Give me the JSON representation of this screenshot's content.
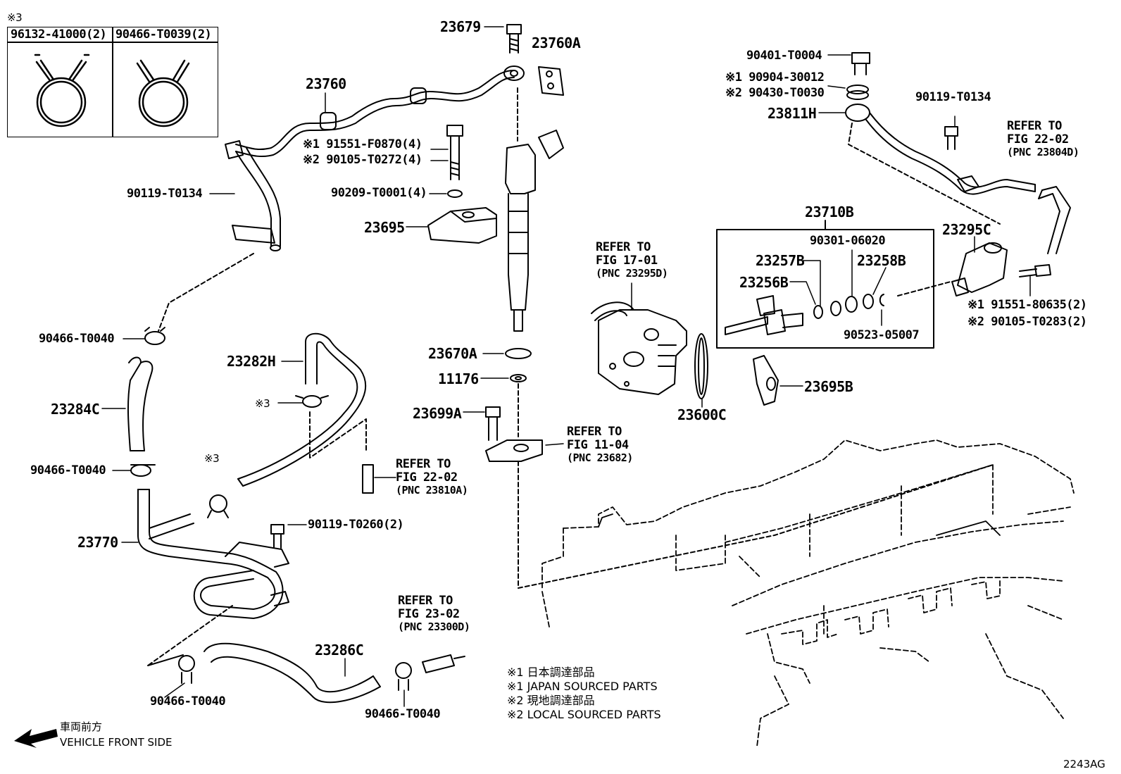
{
  "clip_box": {
    "mark": "※3",
    "left_part": "96132-41000(2)",
    "right_part": "90466-T0039(2)"
  },
  "labels": {
    "p23679": "23679",
    "p23760A": "23760A",
    "p23760": "23760",
    "p91551F0870": "※1 91551-F0870(4)",
    "p90105T0272": "※2 90105-T0272(4)",
    "p90119T0134_left": "90119-T0134",
    "p90209T0001": "90209-T0001(4)",
    "p23695": "23695",
    "p90466T0040_a": "90466-T0040",
    "p23282H": "23282H",
    "mark3_a": "※3",
    "p23284C": "23284C",
    "p23670A": "23670A",
    "p11176": "11176",
    "p23699A": "23699A",
    "mark3_b": "※3",
    "p90466T0040_b": "90466-T0040",
    "p90119T0260": "90119-T0260(2)",
    "p23770": "23770",
    "p23286C": "23286C",
    "p90466T0040_c": "90466-T0040",
    "p90466T0040_d": "90466-T0040",
    "p90401T0004": "90401-T0004",
    "p90904_30012": "※1 90904-30012",
    "p90430T0030": "※2 90430-T0030",
    "p23811H": "23811H",
    "p90119T0134_right": "90119-T0134",
    "p23710B": "23710B",
    "p90301_06020": "90301-06020",
    "p23257B": "23257B",
    "p23258B": "23258B",
    "p23256B": "23256B",
    "p90523_05007": "90523-05007",
    "p23295C": "23295C",
    "p91551_80635": "※1 91551-80635(2)",
    "p90105T0283": "※2 90105-T0283(2)",
    "p23695B": "23695B",
    "p23600C": "23600C"
  },
  "refers": {
    "r_fig17": [
      "REFER TO",
      "FIG 17-01",
      "(PNC 23295D)"
    ],
    "r_fig22_right": [
      "REFER TO",
      "FIG 22-02",
      "(PNC 23804D)"
    ],
    "r_fig11": [
      "REFER TO",
      "FIG 11-04",
      "(PNC 23682)"
    ],
    "r_fig22_mid": [
      "REFER TO",
      "FIG 22-02",
      "(PNC 23810A)"
    ],
    "r_fig23": [
      "REFER TO",
      "FIG 23-02",
      "(PNC 23300D)"
    ]
  },
  "legend": [
    "※1  日本調達部品",
    "※1  JAPAN SOURCED PARTS",
    "※2  現地調達部品",
    "※2  LOCAL SOURCED PARTS"
  ],
  "front": {
    "jp": "車両前方",
    "en": "VEHICLE FRONT SIDE"
  },
  "figure_code": "2243AG"
}
